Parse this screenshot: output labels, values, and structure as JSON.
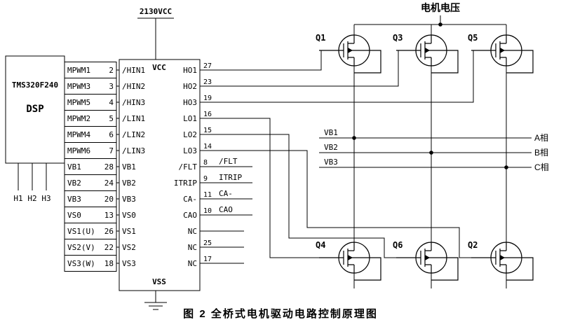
{
  "caption": "图 2  全桥式电机驱动电路控制原理图",
  "power": {
    "vcc_rail_label": "2130VCC",
    "motor_voltage_label": "电机电压",
    "vcc_pin": "VCC",
    "vss_pin": "VSS"
  },
  "dsp": {
    "name": "TMS320F240",
    "type": "DSP",
    "hall_inputs": [
      "H1",
      "H2",
      "H3"
    ],
    "signals": [
      {
        "name": "MPWM1",
        "pin": "2"
      },
      {
        "name": "MPWM3",
        "pin": "3"
      },
      {
        "name": "MPWM5",
        "pin": "4"
      },
      {
        "name": "MPWM2",
        "pin": "5"
      },
      {
        "name": "MPWM4",
        "pin": "6"
      },
      {
        "name": "MPWM6",
        "pin": "7"
      },
      {
        "name": "VB1",
        "pin": "28"
      },
      {
        "name": "VB2",
        "pin": "24"
      },
      {
        "name": "VB3",
        "pin": "20"
      },
      {
        "name": "VS0",
        "pin": "13"
      },
      {
        "name": "VS1(U)",
        "pin": "26"
      },
      {
        "name": "VS2(V)",
        "pin": "22"
      },
      {
        "name": "VS3(W)",
        "pin": "18"
      }
    ]
  },
  "driver": {
    "left_pins": [
      "/HIN1",
      "/HIN2",
      "/HIN3",
      "/LIN1",
      "/LIN2",
      "/LIN3",
      "VB1",
      "VB2",
      "VB3",
      "VS0",
      "VS1",
      "VS2",
      "VS3"
    ],
    "right_pins": [
      {
        "name": "HO1",
        "pin": "27"
      },
      {
        "name": "HO2",
        "pin": "23"
      },
      {
        "name": "HO3",
        "pin": "19"
      },
      {
        "name": "LO1",
        "pin": "16"
      },
      {
        "name": "LO2",
        "pin": "15"
      },
      {
        "name": "LO3",
        "pin": "14"
      },
      {
        "name": "/FLT",
        "pin": "8",
        "ext": "/FLT"
      },
      {
        "name": "ITRIP",
        "pin": "9",
        "ext": "ITRIP"
      },
      {
        "name": "CA-",
        "pin": "11",
        "ext": "CA-"
      },
      {
        "name": "CAO",
        "pin": "10",
        "ext": "CAO"
      },
      {
        "name": "NC",
        "pin": ""
      },
      {
        "name": "NC",
        "pin": "25"
      },
      {
        "name": "NC",
        "pin": "17"
      }
    ]
  },
  "mosfets": [
    {
      "ref": "Q1"
    },
    {
      "ref": "Q3"
    },
    {
      "ref": "Q5"
    },
    {
      "ref": "Q4"
    },
    {
      "ref": "Q6"
    },
    {
      "ref": "Q2"
    }
  ],
  "phases": [
    {
      "net": "VB1",
      "label": "A相"
    },
    {
      "net": "VB2",
      "label": "B相"
    },
    {
      "net": "VB3",
      "label": "C相"
    }
  ],
  "colors": {
    "wire": "#000000",
    "background": "#ffffff"
  }
}
